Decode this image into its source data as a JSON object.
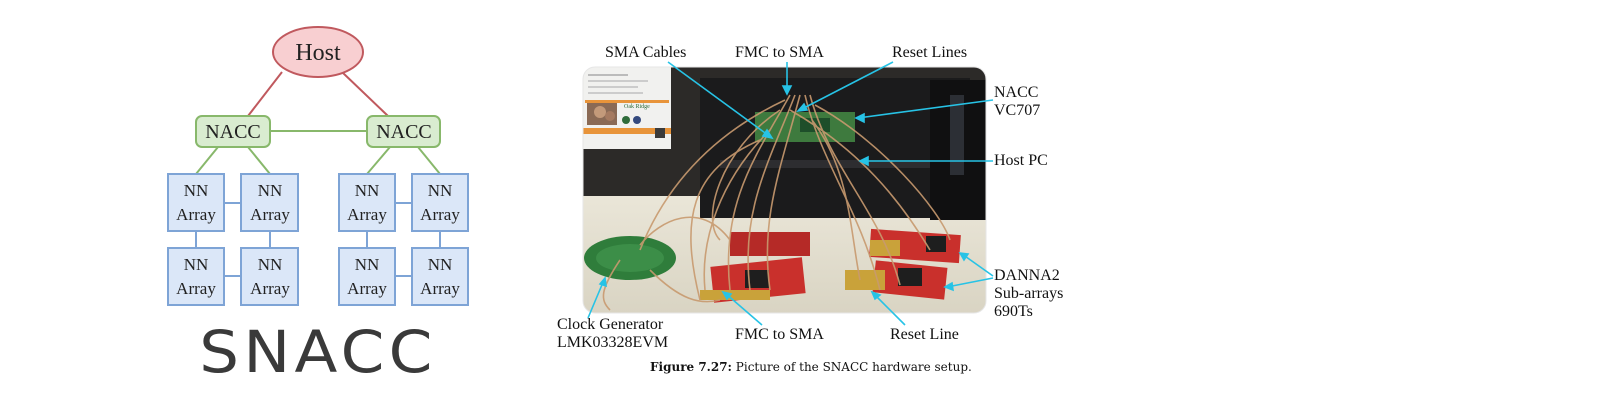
{
  "diagram": {
    "host": "Host",
    "nacc_left": "NACC",
    "nacc_right": "NACC",
    "nn_arrays": [
      {
        "l1": "NN",
        "l2": "Array"
      },
      {
        "l1": "NN",
        "l2": "Array"
      },
      {
        "l1": "NN",
        "l2": "Array"
      },
      {
        "l1": "NN",
        "l2": "Array"
      },
      {
        "l1": "NN",
        "l2": "Array"
      },
      {
        "l1": "NN",
        "l2": "Array"
      },
      {
        "l1": "NN",
        "l2": "Array"
      },
      {
        "l1": "NN",
        "l2": "Array"
      }
    ],
    "logo": "SNACC",
    "colors": {
      "host_fill": "#f8cfd1",
      "host_stroke": "#c0595e",
      "nacc_fill": "#d9ecd0",
      "nacc_stroke": "#88b86b",
      "nn_fill": "#dbe7f8",
      "nn_stroke": "#7ea4d6"
    }
  },
  "photo": {
    "labels": {
      "sma_cables": "SMA Cables",
      "fmc_to_sma_top": "FMC to SMA",
      "reset_lines": "Reset Lines",
      "nacc_l1": "NACC",
      "nacc_l2": "VC707",
      "host_pc": "Host PC",
      "danna_l1": "DANNA2",
      "danna_l2": "Sub-arrays",
      "danna_l3": "690Ts",
      "clock_l1": "Clock Generator",
      "clock_l2": "LMK03328EVM",
      "fmc_to_sma_bottom": "FMC to SMA",
      "reset_line": "Reset Line"
    },
    "pointer_color": "#27c3e6",
    "poster_text": "Oak Ridge"
  },
  "caption": {
    "prefix": "Figure 7.27:",
    "text": " Picture of the SNACC hardware setup."
  }
}
